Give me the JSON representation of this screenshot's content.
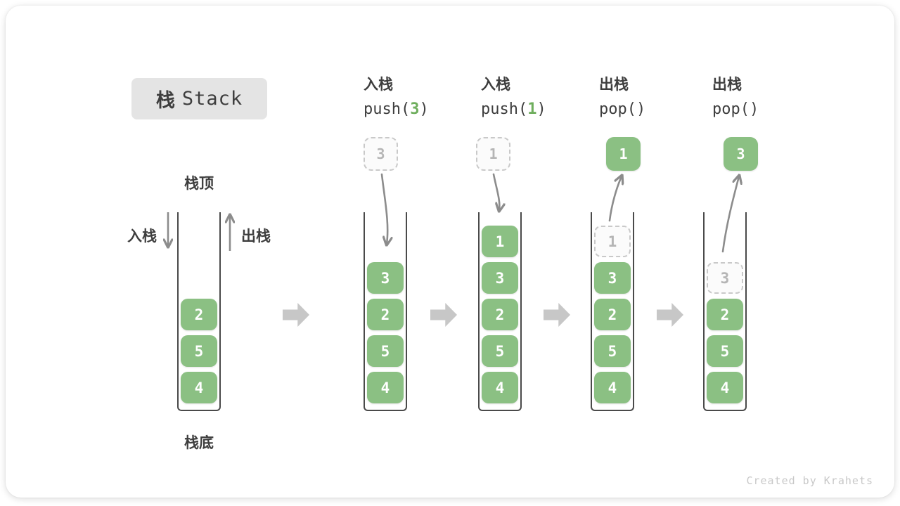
{
  "title": {
    "zh": "栈",
    "en": "Stack"
  },
  "side_labels": {
    "stack_top": "栈顶",
    "stack_bottom": "栈底",
    "push": "入栈",
    "pop": "出栈"
  },
  "watermark": "Created by Krahets",
  "colors": {
    "green": "#8BC083",
    "code_green": "#6FAE5D",
    "dark_text": "#3E3E3E",
    "wall": "#4A4A4A",
    "arrow_gray": "#8C8C8C",
    "block_arrow": "#C7C7C7",
    "dashed_border": "#C9C9C9",
    "ghost_text": "#B5B5B5",
    "title_bg": "#E4E4E4",
    "watermark_color": "#C8C8C8"
  },
  "columns": [
    {
      "name": "stack-initial",
      "header": null,
      "float": null,
      "cells": [
        {
          "row": 2,
          "value": "2",
          "style": "solid"
        },
        {
          "row": 3,
          "value": "5",
          "style": "solid"
        },
        {
          "row": 4,
          "value": "4",
          "style": "solid"
        }
      ]
    },
    {
      "name": "stack-after-push-3",
      "header": {
        "zh": "入栈",
        "code": [
          [
            "push(",
            "dark"
          ],
          [
            "3",
            "green"
          ],
          [
            ")",
            "dark"
          ]
        ]
      },
      "float": {
        "value": "3",
        "style": "dashed"
      },
      "cells": [
        {
          "row": 1,
          "value": "3",
          "style": "solid"
        },
        {
          "row": 2,
          "value": "2",
          "style": "solid"
        },
        {
          "row": 3,
          "value": "5",
          "style": "solid"
        },
        {
          "row": 4,
          "value": "4",
          "style": "solid"
        }
      ]
    },
    {
      "name": "stack-after-push-1",
      "header": {
        "zh": "入栈",
        "code": [
          [
            "push(",
            "dark"
          ],
          [
            "1",
            "green"
          ],
          [
            ")",
            "dark"
          ]
        ]
      },
      "float": {
        "value": "1",
        "style": "dashed"
      },
      "cells": [
        {
          "row": 0,
          "value": "1",
          "style": "solid"
        },
        {
          "row": 1,
          "value": "3",
          "style": "solid"
        },
        {
          "row": 2,
          "value": "2",
          "style": "solid"
        },
        {
          "row": 3,
          "value": "5",
          "style": "solid"
        },
        {
          "row": 4,
          "value": "4",
          "style": "solid"
        }
      ]
    },
    {
      "name": "stack-after-pop-1",
      "header": {
        "zh": "出栈",
        "code": [
          [
            "pop()",
            "dark"
          ]
        ]
      },
      "float": {
        "value": "1",
        "style": "solid"
      },
      "cells": [
        {
          "row": 0,
          "value": "1",
          "style": "dashed"
        },
        {
          "row": 1,
          "value": "3",
          "style": "solid"
        },
        {
          "row": 2,
          "value": "2",
          "style": "solid"
        },
        {
          "row": 3,
          "value": "5",
          "style": "solid"
        },
        {
          "row": 4,
          "value": "4",
          "style": "solid"
        }
      ]
    },
    {
      "name": "stack-after-pop-3",
      "header": {
        "zh": "出栈",
        "code": [
          [
            "pop()",
            "dark"
          ]
        ]
      },
      "float": {
        "value": "3",
        "style": "solid"
      },
      "cells": [
        {
          "row": 1,
          "value": "3",
          "style": "dashed"
        },
        {
          "row": 2,
          "value": "2",
          "style": "solid"
        },
        {
          "row": 3,
          "value": "5",
          "style": "solid"
        },
        {
          "row": 4,
          "value": "4",
          "style": "solid"
        }
      ]
    }
  ]
}
